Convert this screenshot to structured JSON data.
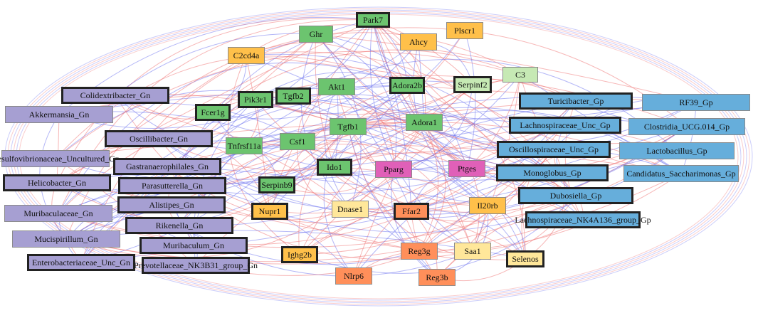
{
  "colors": {
    "gene_green": "#6cc46f",
    "gene_light_green": "#c6e9b4",
    "gene_orange": "#ffc04a",
    "gene_yellow": "#ffe79a",
    "gene_salmon": "#ff8f5a",
    "gene_pink": "#e060b8",
    "genus_purple": "#a69fd2",
    "genus_blue": "#66aedb",
    "edge_positive": "#f07070",
    "edge_negative": "#6a70f0"
  },
  "nodes": [
    {
      "id": "park7",
      "label": "Park7",
      "group": "gene_green",
      "bold": true
    },
    {
      "id": "ghr",
      "label": "Ghr",
      "group": "gene_green",
      "bold": false
    },
    {
      "id": "plscr1",
      "label": "Plscr1",
      "group": "gene_orange",
      "bold": false
    },
    {
      "id": "ahcy",
      "label": "Ahcy",
      "group": "gene_orange",
      "bold": false
    },
    {
      "id": "c2cd4a",
      "label": "C2cd4a",
      "group": "gene_orange",
      "bold": false
    },
    {
      "id": "c3",
      "label": "C3",
      "group": "gene_light_green",
      "bold": false
    },
    {
      "id": "akt1",
      "label": "Akt1",
      "group": "gene_green",
      "bold": false
    },
    {
      "id": "adora2b",
      "label": "Adora2b",
      "group": "gene_green",
      "bold": true
    },
    {
      "id": "serpinf2",
      "label": "Serpinf2",
      "group": "gene_light_green",
      "bold": true
    },
    {
      "id": "pik3r1",
      "label": "Pik3r1",
      "group": "gene_green",
      "bold": true
    },
    {
      "id": "tgfb2",
      "label": "Tgfb2",
      "group": "gene_green",
      "bold": true
    },
    {
      "id": "fcer1g",
      "label": "Fcer1g",
      "group": "gene_green",
      "bold": true
    },
    {
      "id": "tgfb1",
      "label": "Tgfb1",
      "group": "gene_green",
      "bold": false
    },
    {
      "id": "adora1",
      "label": "Adora1",
      "group": "gene_green",
      "bold": false
    },
    {
      "id": "tnfrsf11a",
      "label": "Tnfrsf11a",
      "group": "gene_green",
      "bold": false
    },
    {
      "id": "csf1",
      "label": "Csf1",
      "group": "gene_green",
      "bold": false
    },
    {
      "id": "ido1",
      "label": "Ido1",
      "group": "gene_green",
      "bold": true
    },
    {
      "id": "pparg",
      "label": "Pparg",
      "group": "gene_pink",
      "bold": false
    },
    {
      "id": "ptges",
      "label": "Ptges",
      "group": "gene_pink",
      "bold": false
    },
    {
      "id": "serpinb9",
      "label": "Serpinb9",
      "group": "gene_green",
      "bold": true
    },
    {
      "id": "nupr1",
      "label": "Nupr1",
      "group": "gene_orange",
      "bold": true
    },
    {
      "id": "dnase1",
      "label": "Dnase1",
      "group": "gene_yellow",
      "bold": false
    },
    {
      "id": "ffar2",
      "label": "Ffar2",
      "group": "gene_salmon",
      "bold": true
    },
    {
      "id": "il20rb",
      "label": "Il20rb",
      "group": "gene_orange",
      "bold": false
    },
    {
      "id": "ighg2b",
      "label": "Ighg2b",
      "group": "gene_orange",
      "bold": true
    },
    {
      "id": "reg3g",
      "label": "Reg3g",
      "group": "gene_salmon",
      "bold": false
    },
    {
      "id": "saa1",
      "label": "Saa1",
      "group": "gene_yellow",
      "bold": false
    },
    {
      "id": "selenos",
      "label": "Selenos",
      "group": "gene_yellow",
      "bold": true
    },
    {
      "id": "nlrp6",
      "label": "Nlrp6",
      "group": "gene_salmon",
      "bold": false
    },
    {
      "id": "reg3b",
      "label": "Reg3b",
      "group": "gene_salmon",
      "bold": false
    },
    {
      "id": "colidextribacter",
      "label": "Colidextribacter_Gn",
      "group": "genus_purple",
      "bold": true
    },
    {
      "id": "akkermansia",
      "label": "Akkermansia_Gn",
      "group": "genus_purple",
      "bold": false
    },
    {
      "id": "oscillibacter",
      "label": "Oscillibacter_Gn",
      "group": "genus_purple",
      "bold": true
    },
    {
      "id": "desulfovibrionaceae",
      "label": "Desulfovibrionaceae_Uncultured_Gn",
      "group": "genus_purple",
      "bold": false
    },
    {
      "id": "gastranaerophilales",
      "label": "Gastranaerophilales_Gn",
      "group": "genus_purple",
      "bold": true
    },
    {
      "id": "helicobacter",
      "label": "Helicobacter_Gn",
      "group": "genus_purple",
      "bold": true
    },
    {
      "id": "parasutterella",
      "label": "Parasutterella_Gn",
      "group": "genus_purple",
      "bold": true
    },
    {
      "id": "alistipes",
      "label": "Alistipes_Gn",
      "group": "genus_purple",
      "bold": true
    },
    {
      "id": "muribaculaceae",
      "label": "Muribaculaceae_Gn",
      "group": "genus_purple",
      "bold": false
    },
    {
      "id": "rikenella",
      "label": "Rikenella_Gn",
      "group": "genus_purple",
      "bold": true
    },
    {
      "id": "mucispirillum",
      "label": "Mucispirillum_Gn",
      "group": "genus_purple",
      "bold": false
    },
    {
      "id": "muribaculum",
      "label": "Muribaculum_Gn",
      "group": "genus_purple",
      "bold": true
    },
    {
      "id": "enterobacteriaceae",
      "label": "Enterobacteriaceae_Unc_Gn",
      "group": "genus_purple",
      "bold": true
    },
    {
      "id": "prevotellaceae",
      "label": "Prevotellaceae_NK3B31_group_Gn",
      "group": "genus_purple",
      "bold": true
    },
    {
      "id": "turicibacter",
      "label": "Turicibacter_Gp",
      "group": "genus_blue",
      "bold": true
    },
    {
      "id": "rf39",
      "label": "RF39_Gp",
      "group": "genus_blue",
      "bold": false
    },
    {
      "id": "lachnospiraceae_unc",
      "label": "Lachnospiraceae_Unc_Gp",
      "group": "genus_blue",
      "bold": true
    },
    {
      "id": "clostridia",
      "label": "Clostridia_UCG.014_Gp",
      "group": "genus_blue",
      "bold": false
    },
    {
      "id": "oscillospiraceae",
      "label": "Oscillospiraceae_Unc_Gp",
      "group": "genus_blue",
      "bold": true
    },
    {
      "id": "lactobacillus",
      "label": "Lactobacillus_Gp",
      "group": "genus_blue",
      "bold": false
    },
    {
      "id": "monoglobus",
      "label": "Monoglobus_Gp",
      "group": "genus_blue",
      "bold": true
    },
    {
      "id": "saccharimonas",
      "label": "Candidatus_Saccharimonas_Gp",
      "group": "genus_blue",
      "bold": false
    },
    {
      "id": "dubosiella",
      "label": "Dubosiella_Gp",
      "group": "genus_blue",
      "bold": true
    },
    {
      "id": "lachnospiraceae_nk4a136",
      "label": "Lachnospiraceae_NK4A136_group_Gp",
      "group": "genus_blue",
      "bold": true
    }
  ]
}
